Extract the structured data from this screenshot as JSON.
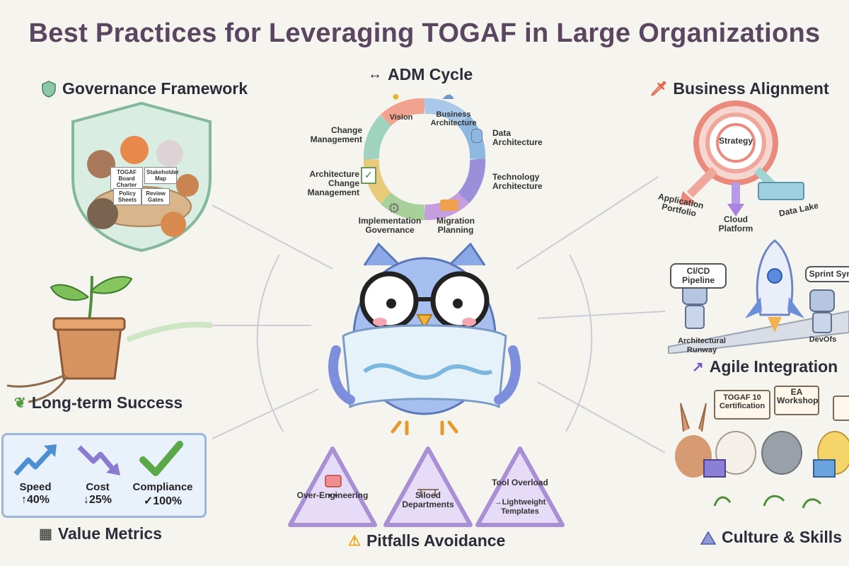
{
  "title": "Best Practices for Leveraging TOGAF in Large Organizations",
  "adm": {
    "heading": "ADM Cycle",
    "stages": {
      "vision": "Vision",
      "business": "Business Architecture",
      "data": "Data Architecture",
      "technology": "Technology Architecture",
      "migration": "Migration Planning",
      "implementation": "Implementation Governance",
      "arch_change": "Architecture Change Management",
      "change": "Change Management"
    }
  },
  "governance": {
    "heading": "Governance Framework",
    "notes": [
      "TOGAF Board Charter",
      "Stakeholder Map",
      "Policy Sheets",
      "Review Gates"
    ]
  },
  "business_alignment": {
    "heading": "Business Alignment",
    "center": "Strategy",
    "targets": [
      "Application Portfolio",
      "Cloud Platform",
      "Data Lake"
    ]
  },
  "agile": {
    "heading": "Agile Integration",
    "bubbles": [
      "CI/CD Pipeline",
      "Sprint Sync"
    ],
    "labels": [
      "Architectural Runway",
      "DevOfs"
    ]
  },
  "long_term": {
    "heading": "Long-term Success"
  },
  "metrics": {
    "heading": "Value Metrics",
    "items": [
      {
        "label": "Speed",
        "value": "↑40%"
      },
      {
        "label": "Cost",
        "value": "↓25%"
      },
      {
        "label": "Compliance",
        "value": "✓100%"
      }
    ]
  },
  "pitfalls": {
    "heading": "Pitfalls Avoidance",
    "items": [
      "Over-Engineering",
      "Siloed Departments",
      "Tool Overload",
      "→Lightweight Templates"
    ]
  },
  "culture": {
    "heading": "Culture & Skills",
    "books": [
      "TOGAF 10 Certification",
      "EA Workshop"
    ]
  },
  "colors": {
    "title": "#5a4660",
    "purple": "#a98fd4",
    "shield": "#8cc7a8",
    "target": "#e98a7d"
  },
  "icons": [
    "shield-icon",
    "arrows-icon",
    "wrench-icon",
    "sprout-icon",
    "grid-icon",
    "warning-icon",
    "triangle-icon",
    "up-arrow-icon"
  ]
}
